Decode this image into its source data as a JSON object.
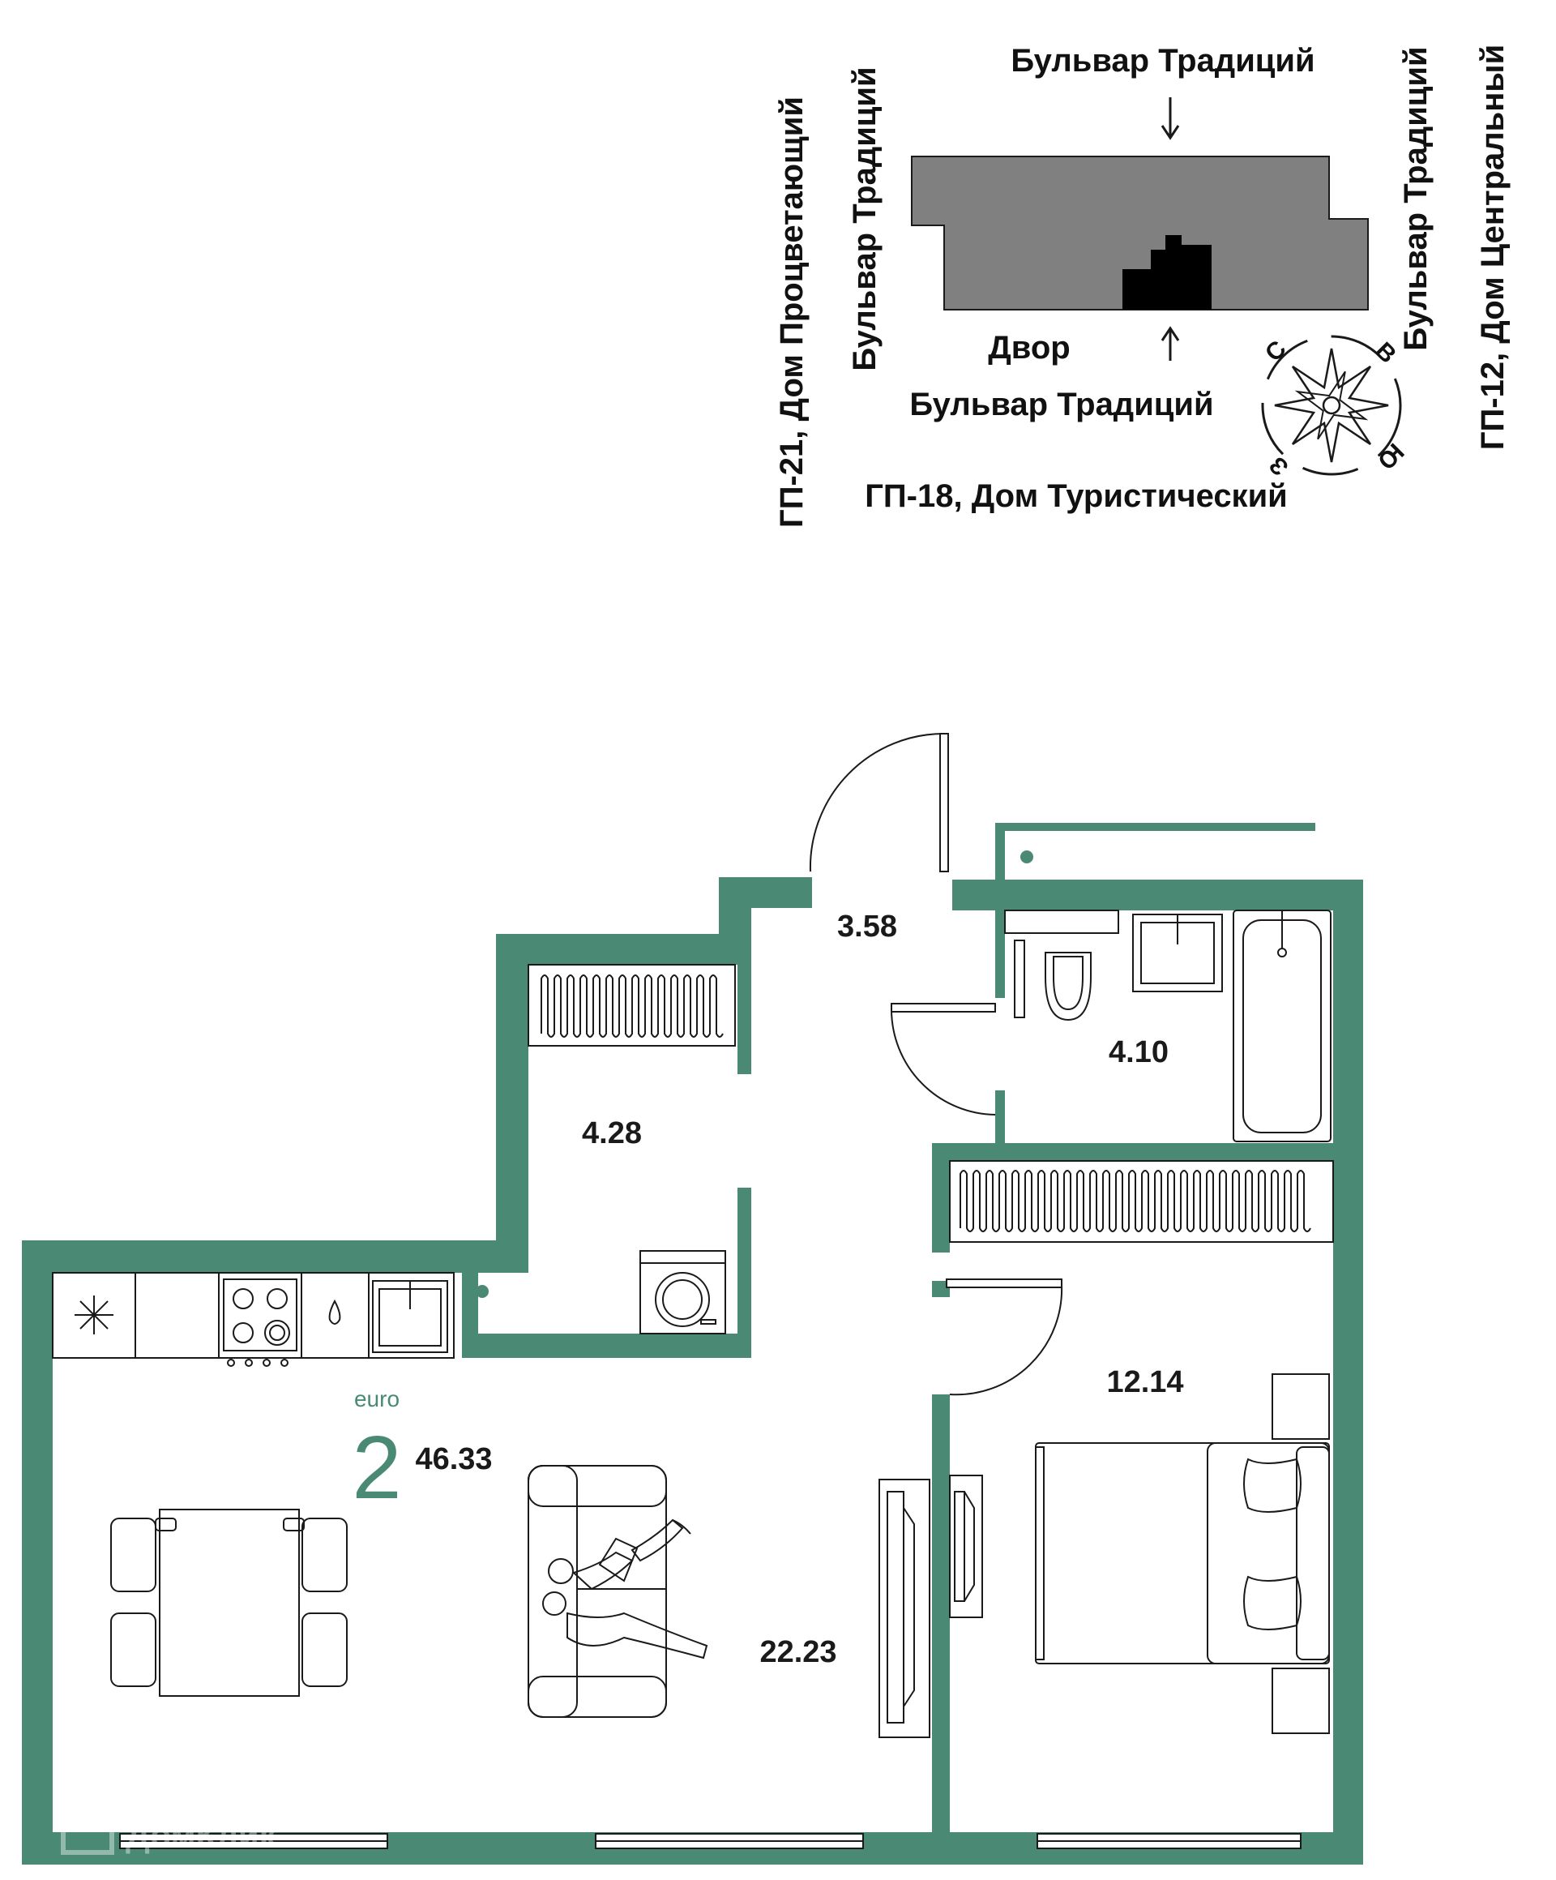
{
  "colors": {
    "wall": "#4a8a74",
    "accent": "#4a8a74",
    "building": "#808080",
    "section": "#000000"
  },
  "site_plan": {
    "street_top": "Бульвар Традиций",
    "street_bottom": "Бульвар Традиций",
    "street_left": "Бульвар Традиций",
    "street_right": "Бульвар Традиций",
    "courtyard": "Двор",
    "neighbor_left": "ГП-21, Дом Процветающий",
    "neighbor_right": "ГП-12, Дом Центральный",
    "neighbor_bottom": "ГП-18, Дом Туристический",
    "compass": {
      "n": "С",
      "e": "В",
      "s": "Ю",
      "w": "З"
    }
  },
  "apartment": {
    "type_prefix": "euro",
    "rooms": "2",
    "total_area": "46.33",
    "areas": {
      "hall": "3.58",
      "bathroom": "4.10",
      "storage": "4.28",
      "bedroom": "12.14",
      "living_kitchen": "22.23"
    }
  },
  "watermark": "ДомКлик"
}
